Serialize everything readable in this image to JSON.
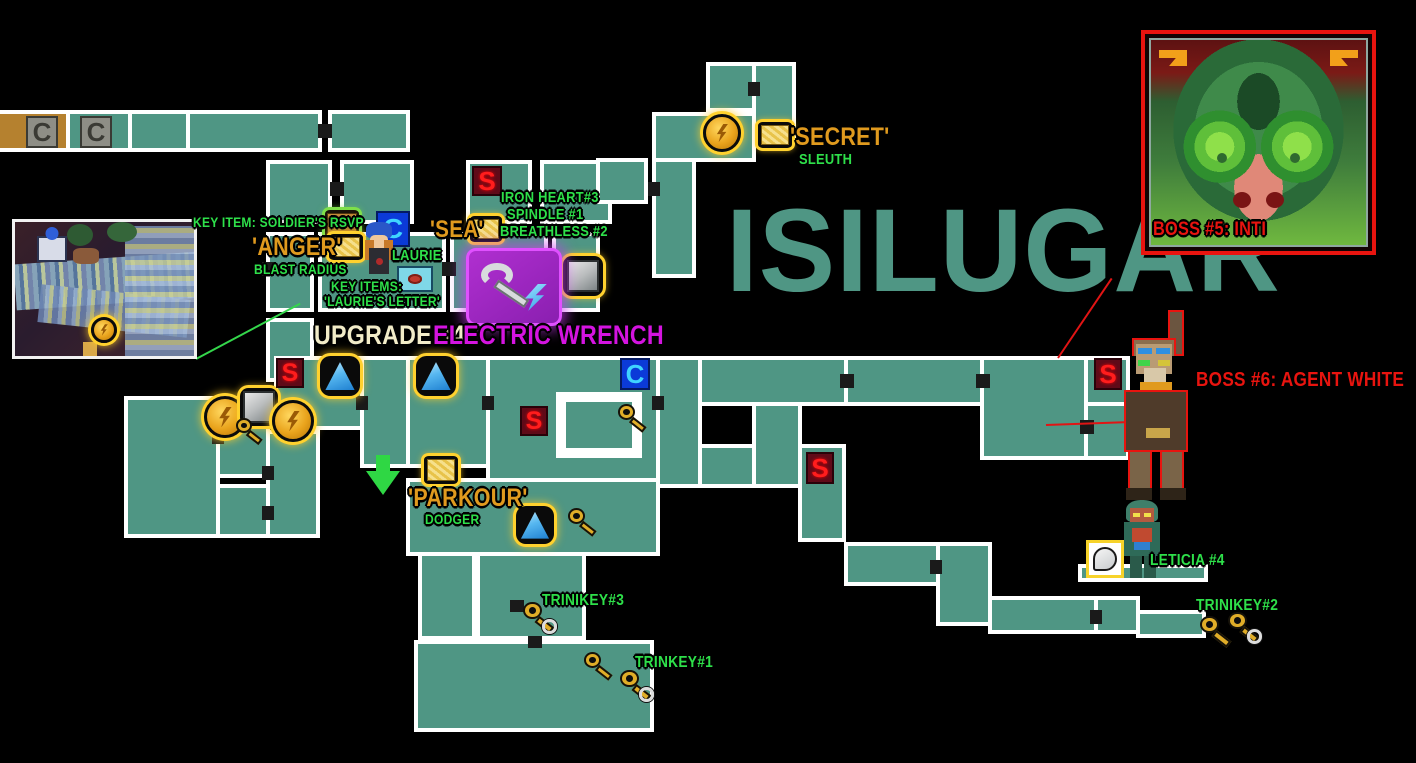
{
  "zone": {
    "title": "ISILUGAR"
  },
  "bosses": [
    {
      "id": "inti",
      "label": "BOSS #5: INTI",
      "color": "#e8140f"
    },
    {
      "id": "agent-white",
      "label": "BOSS #6: AGENT WHITE",
      "color": "#e8140f"
    }
  ],
  "upgrade": {
    "prefix": "UPGRADE #4:",
    "name": "ELECTRIC WRENCH",
    "prefix_color": "#f2ecc8",
    "name_color": "#d414e0"
  },
  "secrets": [
    {
      "name": "'SECRET'",
      "hint": "SLEUTH"
    },
    {
      "name": "'ANGER'",
      "hint": "BLAST RADIUS"
    },
    {
      "name": "'SEA'",
      "hint": ""
    },
    {
      "name": "'PARKOUR'",
      "hint": "DODGER"
    }
  ],
  "key_items": [
    {
      "label": "KEY ITEM: SOLDIER'S RSVP"
    },
    {
      "label": "KEY ITEMS:"
    },
    {
      "label": "'LAURIE'S LETTER'"
    }
  ],
  "npcs": [
    {
      "name": "LAURIE"
    },
    {
      "name": "LETICIA #4"
    }
  ],
  "collectibles": [
    {
      "label": "IRON HEART#3"
    },
    {
      "label": "SPINDLE #1"
    },
    {
      "label": "BREATHLESS #2"
    }
  ],
  "keys": [
    {
      "label": "TRINIKEY#3"
    },
    {
      "label": "TRINKEY#1"
    },
    {
      "label": "TRINIKEY#2"
    }
  ],
  "colors": {
    "room_fill": "#4f9684",
    "room_border": "#ffffff",
    "door": "#1a1a1a",
    "background": "#000000",
    "green_text": "#2ee04a",
    "orange_text": "#e09a1e",
    "red_text": "#e8140f",
    "title": "#4f9684"
  },
  "markers": {
    "save": "S",
    "checkpoint": "C"
  }
}
